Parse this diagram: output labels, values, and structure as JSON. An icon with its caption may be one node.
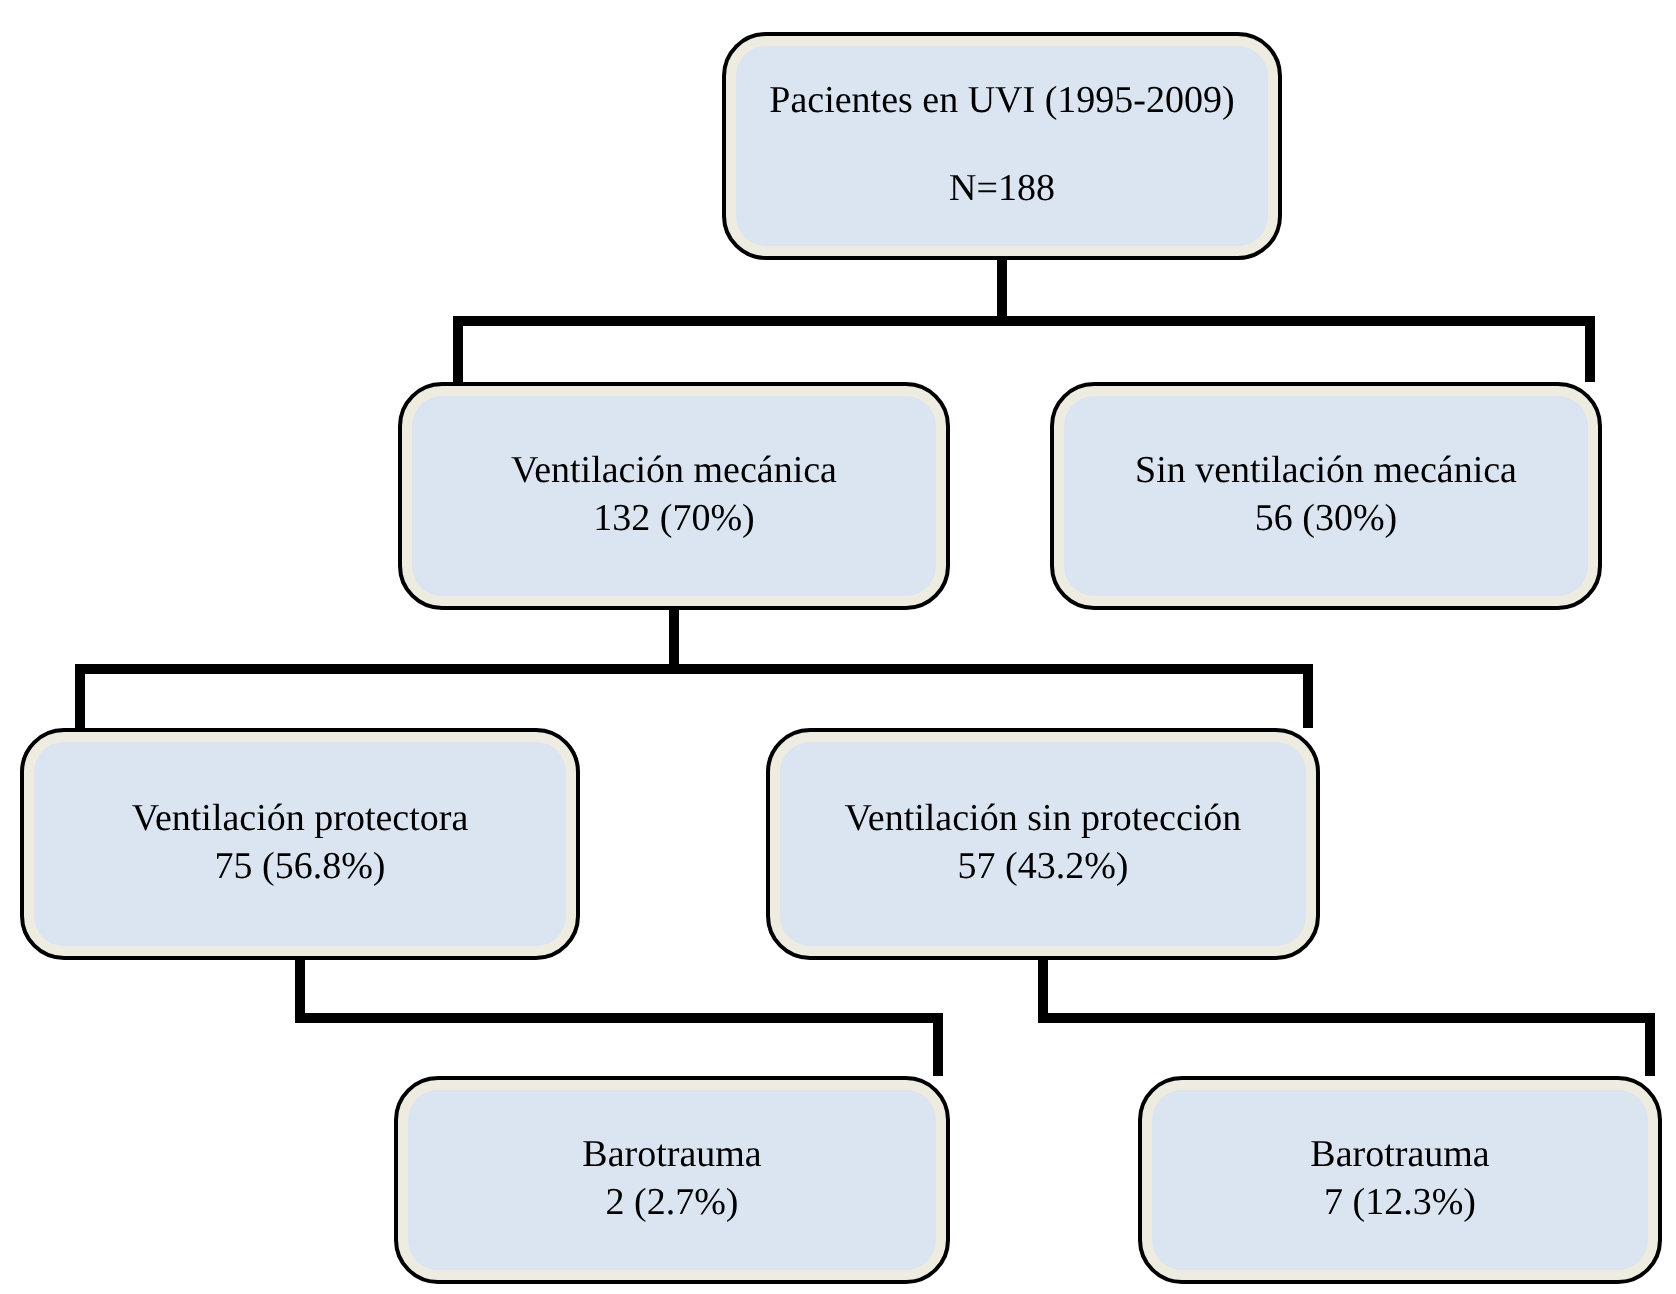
{
  "diagram": {
    "nodes": [
      {
        "text": [
          "Pacientes en UVI (1995-2009)",
          "N=188"
        ]
      },
      {
        "text": [
          "Ventilación mecánica",
          "132 (70%)"
        ]
      },
      {
        "text": [
          "Sin ventilación mecánica",
          "56 (30%)"
        ]
      },
      {
        "text": [
          "Ventilación protectora",
          "75 (56.8%)"
        ]
      },
      {
        "text": [
          "Ventilación sin protección",
          "57 (43.2%)"
        ]
      },
      {
        "text": [
          "Barotrauma",
          "2 (2.7%)"
        ]
      },
      {
        "text": [
          "Barotrauma",
          "7 (12.3%)"
        ]
      }
    ],
    "edges": [
      {
        "from": 0,
        "to": 1,
        "arrow": "none"
      },
      {
        "from": 0,
        "to": 2,
        "arrow": "none"
      },
      {
        "from": 1,
        "to": 3,
        "arrow": "none"
      },
      {
        "from": 1,
        "to": 4,
        "arrow": "none"
      },
      {
        "from": 3,
        "to": 5,
        "arrow": "none"
      },
      {
        "from": 4,
        "to": 6,
        "arrow": "none"
      }
    ]
  }
}
